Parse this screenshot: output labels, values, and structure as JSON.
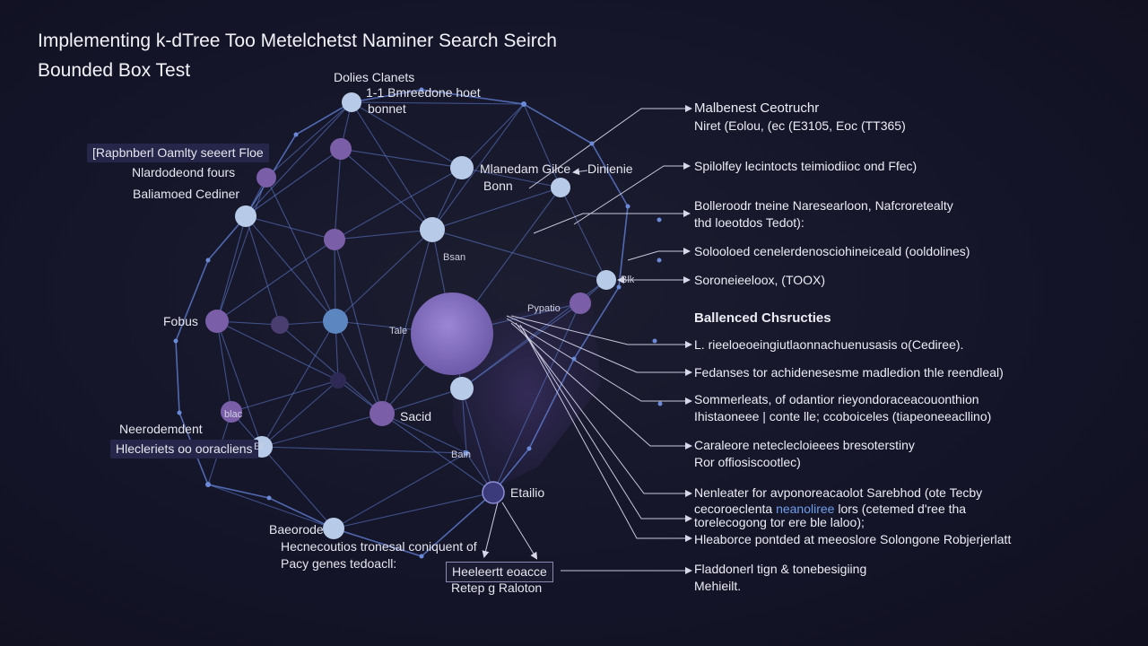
{
  "title": {
    "line1": "Implementing k-dTree Too Metelchetst Naminer Search Seirch",
    "line2": "Bounded Box Test"
  },
  "node_labels": {
    "top_a": "Dolies Clanets",
    "top_b": "1-1 Bmreedone hoet",
    "top_c": "bonnet",
    "left_a": "[Rapbnberl Oamlty seeert Floe",
    "left_b": "Nlardodeond fours",
    "left_c": "Baliamoed Cediner",
    "center_a": "Mlanedam Gilce",
    "center_b": "Bonn",
    "center_c": "Dinienie",
    "mid_small": "Bsan",
    "right_small": "Blk",
    "center_right": "Pypatio",
    "left_mid": "Fobus",
    "inner": "Sacid",
    "center_left_small": "Tale",
    "small_node": "blac",
    "lower_left_a": "Neerodemdent",
    "lower_left_b": "Hlecleriets oo ooracliens",
    "lower_left_icon": "El",
    "lower_mid_small": "Bain",
    "bottom_node": "Etailio",
    "bottom_left_a": "Baeorode",
    "bottom_left_b": "Hecnecoutios tronesal coniquent of",
    "bottom_left_c": "Pacy genes tedoacll:",
    "bottom_box_a": "Heeleertt eoacce",
    "bottom_box_b": "Retep g Raloton"
  },
  "right_panel": {
    "r1a": "Malbenest Ceotruchr",
    "r1b": "Niret (Eolou, (ec (E3105, Eoc (TT365)",
    "r2": "Spilolfey lecintocts teimiodiioc ond Ffec)",
    "r3a": "Bolleroodr tneine Naresearloon, Nafcroretealty",
    "r3b": "thd loeotdos Tedot):",
    "r4": "Solooloed cenelerdenosciohineiceald (ooldolines)",
    "r5": "Soroneieeloox, (TOOX)",
    "r6": "Ballenced Chsructies",
    "r7": "L. rieeloeoeingiutlaonnachuenusasis o(Cediree).",
    "r8": "Fedanses tor achidenesesme madledion thle reendleal)",
    "r9a": "Sommerleats, of odantior rieyondoraceacouonthion",
    "r9b": "Ihistaoneee | conte lle; ccoboiceles (tiapeoneeacllino)",
    "r10a": "Caraleore neteclecloieees bresoterstiny",
    "r10b": "Ror offiosiscootlec)",
    "r11a": "Nenleater for avponoreacaolot Sarebhod (ote Tecby",
    "r11b_pre": "cecoroeclenta ",
    "r11b_hl": "neanoliree",
    "r11b_post": " lors (cetemed d'ree tha",
    "r11c": "torelecogong tor ere ble laloo);",
    "r12": "Hleaborce pontded at meeoslore Solongone Robjerjerlatt",
    "r13a": "Fladdonerl tign & tonebesigiing",
    "r13b": "Mehieilt."
  },
  "colors": {
    "background": "#15152a",
    "edge": "#5a78c8",
    "node_light": "#b7cbe8",
    "node_purple": "#7a5fa8",
    "node_blue": "#5b86c0",
    "big_node": "#8b78c4"
  }
}
